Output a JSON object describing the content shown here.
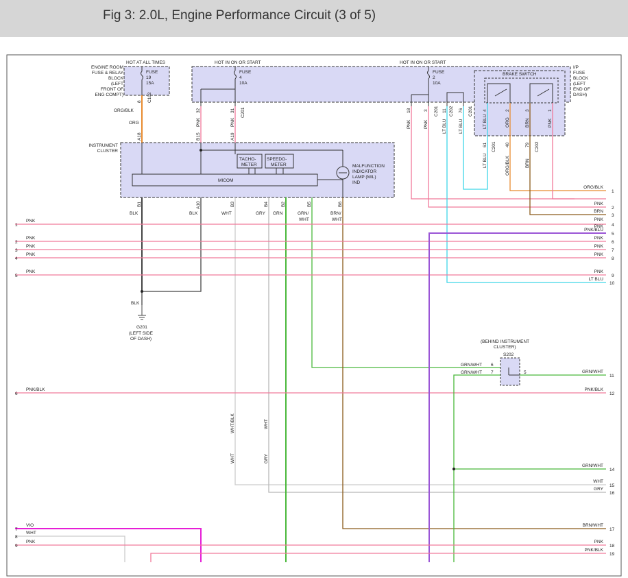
{
  "title": "Fig 3: 2.0L, Engine Performance Circuit (3 of 5)",
  "headers": {
    "hot_at_all_times": "HOT AT ALL TIMES",
    "hot_run_start_a": "HOT IN ON OR START",
    "hot_run_start_b": "HOT IN ON OR START"
  },
  "fuses": {
    "f19": {
      "line1": "FUSE",
      "line2": "19",
      "line3": "15A"
    },
    "f4": {
      "line1": "FUSE",
      "line2": "4",
      "line3": "10A"
    },
    "f2": {
      "line1": "FUSE",
      "line2": "2",
      "line3": "10A"
    }
  },
  "engine_room_block": [
    "ENGINE ROOM",
    "FUSE & RELAY",
    "BLOCK",
    "(LEFT",
    "FRONT OF",
    "ENG COMPT)"
  ],
  "ip_fuse_block": [
    "I/P",
    "FUSE",
    "BLOCK",
    "(LEFT",
    "END OF",
    "DASH)"
  ],
  "brake_switch": "BRAKE SWITCH",
  "instrument_cluster": [
    "INSTRUMENT",
    "CLUSTER"
  ],
  "cluster_parts": {
    "tacho": [
      "TACHO-",
      "METER"
    ],
    "speedo": [
      "SPEEDO-",
      "METER"
    ],
    "micom": "MICOM",
    "mil": [
      "MALFUNCTION",
      "INDICATOR",
      "LAMP (MIL)",
      "IND"
    ]
  },
  "ground": {
    "name": "G201",
    "desc": [
      "(LEFT SIDE",
      "OF DASH)"
    ],
    "wire": "BLK"
  },
  "splice": {
    "title": [
      "(BEHIND INSTRUMENT",
      "CLUSTER)"
    ],
    "name": "S202"
  },
  "connectors": {
    "c102": "C102",
    "c201a": "C201",
    "c201b": "C201",
    "c201c": "C201",
    "c201d": "C201",
    "c202a": "C202",
    "c202b": "C202"
  },
  "top_pins": {
    "p8": "8",
    "org_blk": "ORG/BLK",
    "org": "ORG",
    "a18": "A18",
    "pnk32": "PNK",
    "n32": "32",
    "pnk31": "PNK",
    "n31": "31",
    "b15": "B15",
    "a19": "A19",
    "pnk18": "PNK",
    "n18": "18",
    "pnk3": "PNK",
    "n3": "3",
    "ltblu11": "LT BLU",
    "n11": "11",
    "ltblu76": "LT BLU",
    "n76": "76",
    "ltblu4": "LT BLU",
    "n4": "4",
    "org2": "ORG",
    "n2": "2",
    "brn3": "BRN",
    "n3b": "3",
    "pnk1": "PNK",
    "n1": "1",
    "ltblu61": "LT BLU",
    "n61": "61",
    "orgblk40": "ORG/BLK",
    "n40": "40",
    "brn79": "BRN",
    "n79": "79"
  },
  "cluster_pins": [
    {
      "pin": "B1",
      "wire": "BLK"
    },
    {
      "pin": "A10",
      "wire": "BLK"
    },
    {
      "pin": "B3",
      "wire": "WHT"
    },
    {
      "pin": "B4",
      "wire": "GRY"
    },
    {
      "pin": "B2",
      "wire": "GRN"
    },
    {
      "pin": "B5",
      "wire": [
        "GRN/",
        "WHT"
      ]
    },
    {
      "pin": "B6",
      "wire": [
        "BRN/",
        "WHT"
      ]
    }
  ],
  "left_refs": [
    {
      "num": "1",
      "wire": "PNK"
    },
    {
      "num": "2",
      "wire": "PNK"
    },
    {
      "num": "3",
      "wire": "PNK"
    },
    {
      "num": "4",
      "wire": "PNK"
    },
    {
      "num": "5",
      "wire": "PNK"
    },
    {
      "num": "6",
      "wire": "PNK/BLK"
    },
    {
      "num": "7",
      "wire": "VIO"
    },
    {
      "num": "8",
      "wire": "WHT"
    },
    {
      "num": "9",
      "wire": "PNK"
    }
  ],
  "right_refs": [
    {
      "num": "1",
      "wire": "ORG/BLK"
    },
    {
      "num": "2",
      "wire": "PNK"
    },
    {
      "num": "3",
      "wire": "BRN"
    },
    {
      "num": "3",
      "wire": "PNK"
    },
    {
      "num": "4",
      "wire": "PNK"
    },
    {
      "num": "5",
      "wire": "PNK/BLU"
    },
    {
      "num": "6",
      "wire": "PNK"
    },
    {
      "num": "7",
      "wire": "PNK"
    },
    {
      "num": "8",
      "wire": "PNK"
    },
    {
      "num": "9",
      "wire": "PNK"
    },
    {
      "num": "10",
      "wire": "LT BLU"
    },
    {
      "num": "11",
      "wire": "GRN/WHT"
    },
    {
      "num": "12",
      "wire": "PNK/BLK"
    },
    {
      "num": "14",
      "wire": "GRN/WHT"
    },
    {
      "num": "15",
      "wire": "WHT"
    },
    {
      "num": "16",
      "wire": "GRY"
    },
    {
      "num": "17",
      "wire": "BRN/WHT"
    },
    {
      "num": "18",
      "wire": "PNK"
    },
    {
      "num": "19",
      "wire": "PNK/BLK"
    }
  ],
  "splice_pins": {
    "grnwht6": "GRN/WHT",
    "n6": "6",
    "grnwht7": "GRN/WHT",
    "n7": "7",
    "n5": "5"
  },
  "mid_labels": {
    "whtblk": "WHT/BLK",
    "wht1": "WHT",
    "wht2": "WHT",
    "gry": "GRY"
  },
  "colors": {
    "pnk": "#f07a9a",
    "org": "#e88a2e",
    "brn": "#8a5a1a",
    "ltblu": "#3dd6e8",
    "grn": "#49b83a",
    "vio": "#e61ed6",
    "gry": "#b8b8b8",
    "wht": "#cccccc",
    "blk": "#444444",
    "purple": "#9a55d6",
    "box": "#d9d9f5"
  }
}
